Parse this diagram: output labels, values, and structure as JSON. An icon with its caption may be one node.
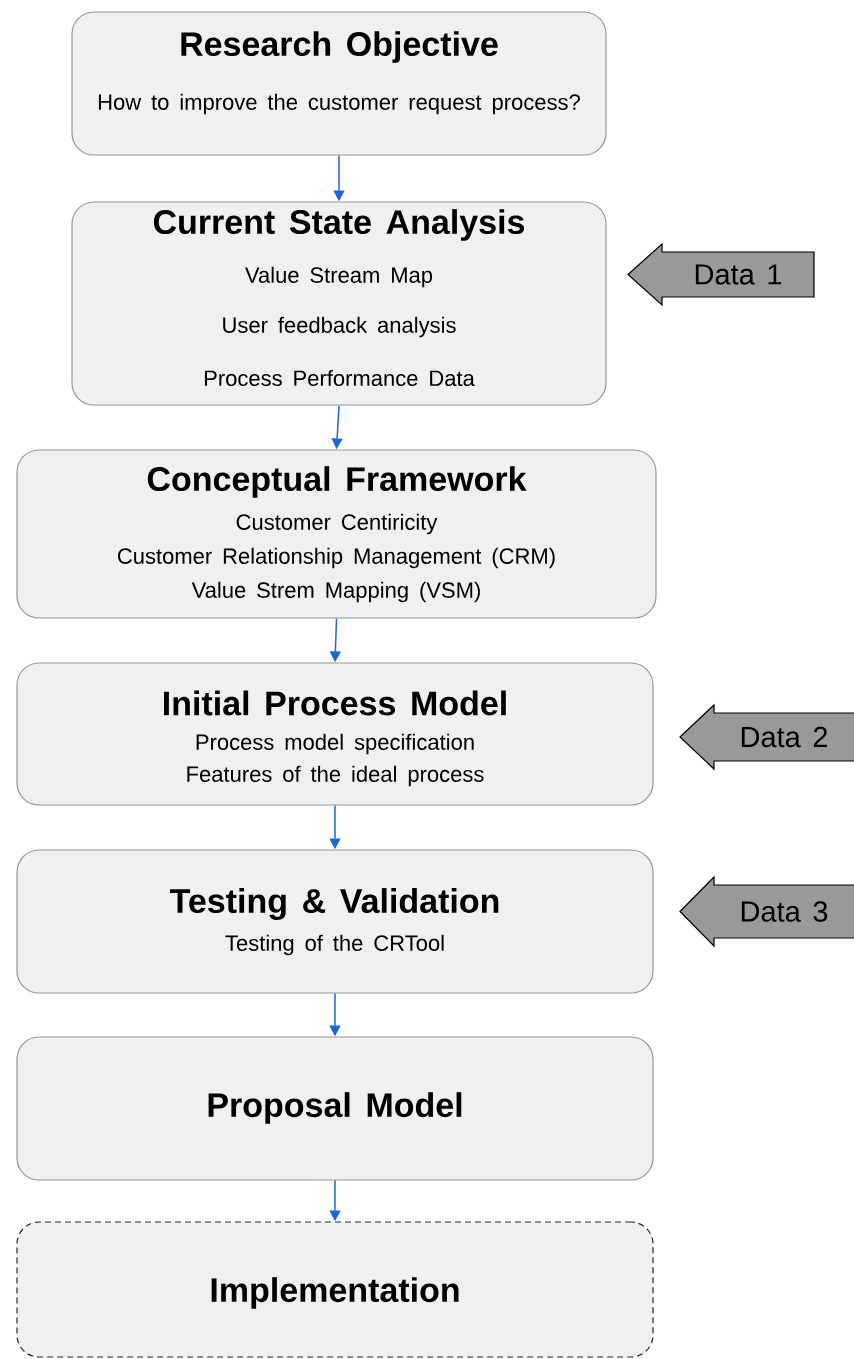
{
  "diagram": {
    "nodes": [
      {
        "text": [
          "Research Objective",
          "How to improve the customer request process?"
        ]
      },
      {
        "text": [
          "Current State Analysis",
          "Value Stream Map",
          "User feedback analysis",
          "Process Performance Data"
        ]
      },
      {
        "text": [
          "Conceptual Framework",
          "Customer Centiricity",
          "Customer Relationship Management (CRM)",
          "Value Strem Mapping (VSM)"
        ]
      },
      {
        "text": [
          "Initial Process Model",
          "Process model specification",
          "Features of the ideal process"
        ]
      },
      {
        "text": [
          "Testing & Validation",
          "Testing of the CRTool"
        ]
      },
      {
        "text": [
          "Proposal Model"
        ]
      },
      {
        "text": [
          "Implementation"
        ]
      },
      {
        "text": [
          "Data 1"
        ]
      },
      {
        "text": [
          "Data 2"
        ]
      },
      {
        "text": [
          "Data 3"
        ]
      }
    ],
    "edges": [
      {
        "from": 0,
        "to": 1,
        "arrow": "to"
      },
      {
        "from": 1,
        "to": 2,
        "arrow": "to"
      },
      {
        "from": 2,
        "to": 3,
        "arrow": "to"
      },
      {
        "from": 3,
        "to": 4,
        "arrow": "to"
      },
      {
        "from": 4,
        "to": 5,
        "arrow": "to"
      },
      {
        "from": 5,
        "to": 6,
        "arrow": "to"
      }
    ]
  }
}
